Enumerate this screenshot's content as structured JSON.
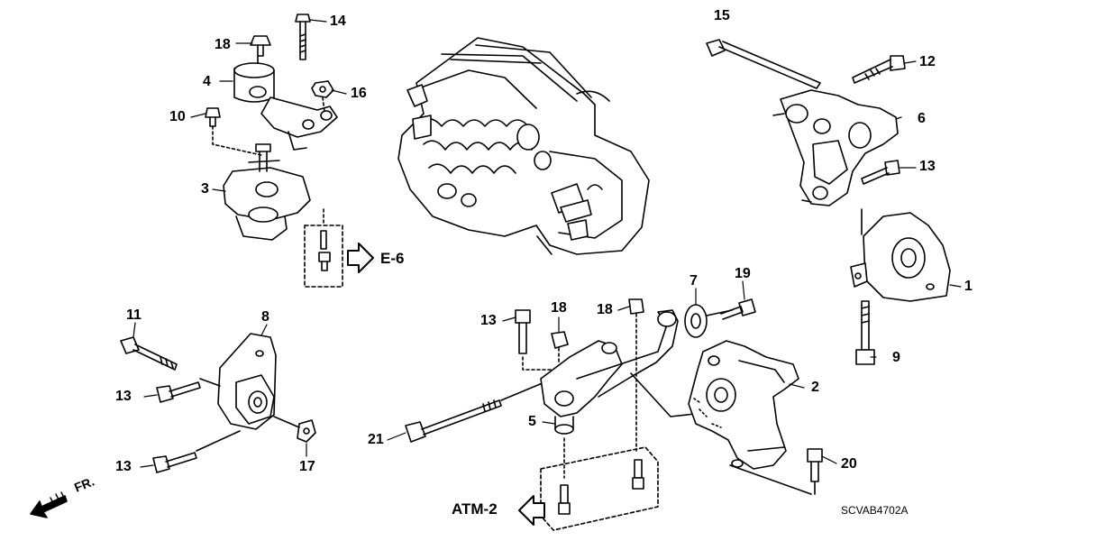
{
  "diagram": {
    "part_numbers": {
      "p1": "1",
      "p2": "2",
      "p3": "3",
      "p4": "4",
      "p5": "5",
      "p6": "6",
      "p7": "7",
      "p8": "8",
      "p9": "9",
      "p10": "10",
      "p11": "11",
      "p12": "12",
      "p13a": "13",
      "p13b": "13",
      "p13c": "13",
      "p13d": "13",
      "p14": "14",
      "p15": "15",
      "p16": "16",
      "p17": "17",
      "p18a": "18",
      "p18b": "18",
      "p18c": "18",
      "p19": "19",
      "p20": "20",
      "p21": "21"
    },
    "references": {
      "e6": "E-6",
      "atm2": "ATM-2",
      "front": "FR."
    },
    "diagram_code": "SCVAB4702A",
    "colors": {
      "ink": "#000000",
      "paper": "#ffffff"
    },
    "icons": [
      "arrow-right-icon",
      "arrow-left-icon",
      "front-arrow-icon"
    ]
  }
}
